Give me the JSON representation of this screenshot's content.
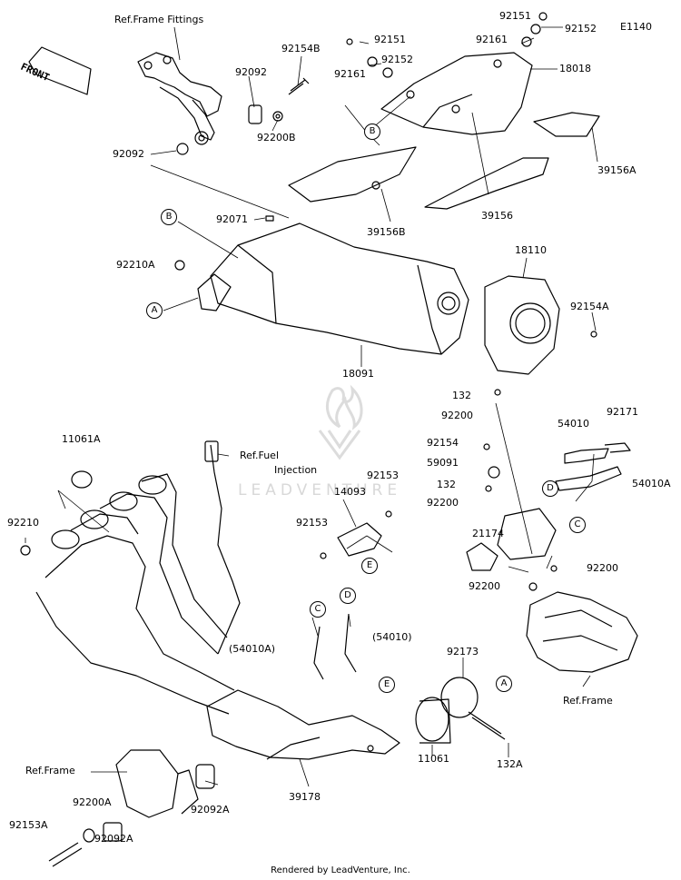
{
  "diagram_code": "E1140",
  "front_label": "FRONT",
  "footer": "Rendered by LeadVenture, Inc.",
  "watermark": "LEADVENTURE",
  "references": {
    "frame_fittings": "Ref.Frame Fittings",
    "fuel_injection_1": "Ref.Fuel",
    "fuel_injection_2": "Injection",
    "frame_left": "Ref.Frame",
    "frame_right": "Ref.Frame"
  },
  "callouts": {
    "a1": "A",
    "a2": "A",
    "b1": "B",
    "b2": "B",
    "c1": "C",
    "c2": "C",
    "d1": "D",
    "d2": "D",
    "e1": "E",
    "e2": "E"
  },
  "parts": {
    "p92151_top": "92151",
    "p92152_top": "92152",
    "p92161_top": "92161",
    "p92151": "92151",
    "p92152": "92152",
    "p92161": "92161",
    "p18018": "18018",
    "p39156A": "39156A",
    "p39156": "39156",
    "p39156B": "39156B",
    "p92154B": "92154B",
    "p92092_a": "92092",
    "p92200B": "92200B",
    "p92092_b": "92092",
    "p92071": "92071",
    "p92210A": "92210A",
    "p18110": "18110",
    "p92154A": "92154A",
    "p18091": "18091",
    "p132_a": "132",
    "p92200_a": "92200",
    "p54010": "54010",
    "p92171": "92171",
    "p92154": "92154",
    "p59091": "59091",
    "p132_b": "132",
    "p92200_b": "92200",
    "p54010A": "54010A",
    "p21174": "21174",
    "p92200_c": "92200",
    "p92200_d": "92200",
    "p11061A": "11061A",
    "p92210": "92210",
    "p14093": "14093",
    "p92153_a": "92153",
    "p92153_b": "92153",
    "p54010A_paren": "(54010A)",
    "p54010_paren": "(54010)",
    "p92173": "92173",
    "p11061": "11061",
    "p132A": "132A",
    "p39178": "39178",
    "p92092A_a": "92092A",
    "p92200A": "92200A",
    "p92153A": "92153A",
    "p92092A_b": "92092A"
  }
}
